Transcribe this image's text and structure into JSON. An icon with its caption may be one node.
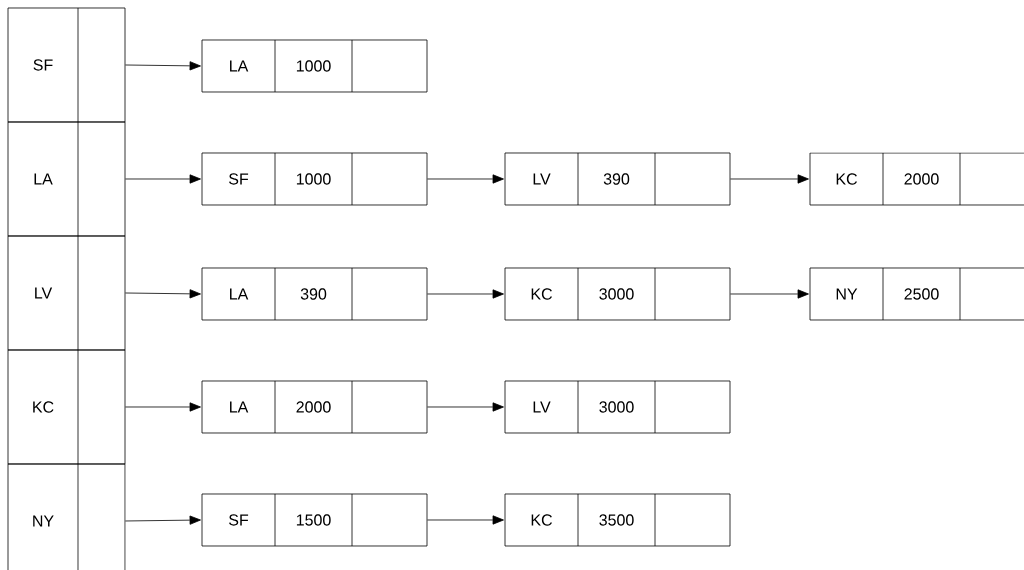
{
  "diagram": {
    "nodes": [
      {
        "text": [
          "SF"
        ]
      },
      {
        "text": [
          "LA",
          "1000"
        ]
      },
      {
        "text": [
          "LA"
        ]
      },
      {
        "text": [
          "SF",
          "1000"
        ]
      },
      {
        "text": [
          "LV",
          "390"
        ]
      },
      {
        "text": [
          "KC",
          "2000"
        ]
      },
      {
        "text": [
          "LV"
        ]
      },
      {
        "text": [
          "LA",
          "390"
        ]
      },
      {
        "text": [
          "KC",
          "3000"
        ]
      },
      {
        "text": [
          "NY",
          "2500"
        ]
      },
      {
        "text": [
          "KC"
        ]
      },
      {
        "text": [
          "LA",
          "2000"
        ]
      },
      {
        "text": [
          "LV",
          "3000"
        ]
      },
      {
        "text": [
          "NY"
        ]
      },
      {
        "text": [
          "SF",
          "1500"
        ]
      },
      {
        "text": [
          "KC",
          "3500"
        ]
      }
    ],
    "edges": [
      {
        "from": 0,
        "to": 1,
        "arrow": "to"
      },
      {
        "from": 2,
        "to": 3,
        "arrow": "to"
      },
      {
        "from": 3,
        "to": 4,
        "arrow": "to"
      },
      {
        "from": 4,
        "to": 5,
        "arrow": "to"
      },
      {
        "from": 6,
        "to": 7,
        "arrow": "to"
      },
      {
        "from": 7,
        "to": 8,
        "arrow": "to"
      },
      {
        "from": 8,
        "to": 9,
        "arrow": "to"
      },
      {
        "from": 10,
        "to": 11,
        "arrow": "to"
      },
      {
        "from": 11,
        "to": 12,
        "arrow": "to"
      },
      {
        "from": 13,
        "to": 14,
        "arrow": "to"
      },
      {
        "from": 14,
        "to": 15,
        "arrow": "to"
      }
    ]
  }
}
